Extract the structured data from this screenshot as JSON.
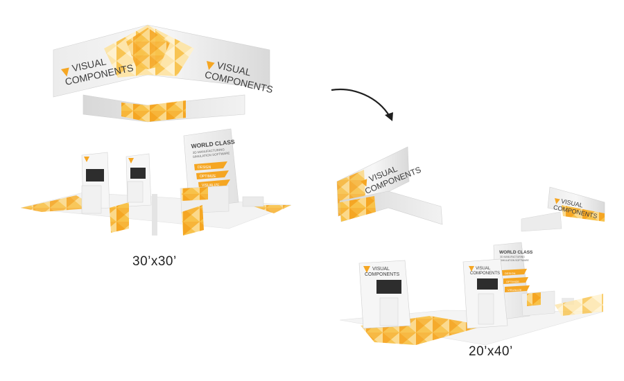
{
  "booth_small": {
    "size_label": "30’x30’",
    "brand_line1": "VISUAL",
    "brand_line2": "COMPONENTS",
    "headline_line1": "WORLD CLASS",
    "headline_line2": "3D MANUFACTURING",
    "headline_line3": "SIMULATION SOFTWARE",
    "menu": [
      "DESIGN",
      "OPTIMIZE",
      "VISUALIZE"
    ]
  },
  "booth_large": {
    "size_label": "20’x40’",
    "brand_line1": "VISUAL",
    "brand_line2": "COMPONENTS",
    "headline_line1": "WORLD CLASS",
    "headline_line2": "3D MANUFACTURING",
    "headline_line3": "SIMULATION SOFTWARE",
    "menu": [
      "DESIGN",
      "OPTIMIZE",
      "VISUALIZE"
    ]
  },
  "transition_arrow": "arrow-icon",
  "colors": {
    "brand_orange": "#f5a623",
    "brand_yellow": "#f8c24a",
    "panel_grey": "#e7e7e7",
    "text_dark": "#444444"
  }
}
